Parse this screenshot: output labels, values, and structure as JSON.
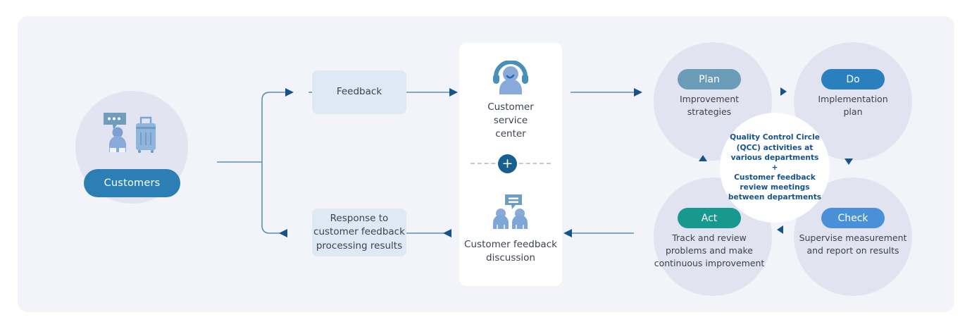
{
  "colors": {
    "panel_bg": "#f2f4f9",
    "customer_circle": "#e3e4f1",
    "customer_pill": "#2b7fb5",
    "label_box": "#ddeaf5",
    "card_bg": "#ffffff",
    "quadrant_circle": "#e1e3f0",
    "plan_pill": "#6a9cb8",
    "do_pill": "#2a7fbf",
    "act_pill": "#17998f",
    "check_pill": "#4a90d9",
    "core_text": "#15538c",
    "connector": "#5b90b5",
    "arrow": "#15538c",
    "plus_circle": "#15608f"
  },
  "customers": {
    "label": "Customers",
    "icon": "customer-with-luggage-icon"
  },
  "flow": {
    "feedback_label": "Feedback",
    "response_label": "Response to\ncustomer feedback\nprocessing results"
  },
  "center_card": {
    "service_center": {
      "icon": "headset-agent-icon",
      "caption": "Customer\nservice\ncenter"
    },
    "divider_icon": "plus-circle-icon",
    "divider_symbol": "+",
    "feedback_discussion": {
      "icon": "two-people-discussion-icon",
      "caption": "Customer feedback\ndiscussion"
    }
  },
  "pdca": {
    "core_text": "Quality Control Circle\n(QCC) activities at\nvarious departments\n+\nCustomer feedback\nreview meetings\nbetween departments",
    "quadrants": [
      {
        "key": "plan",
        "label": "Plan",
        "description": "Improvement\nstrategies"
      },
      {
        "key": "do",
        "label": "Do",
        "description": "Implementation\nplan"
      },
      {
        "key": "act",
        "label": "Act",
        "description": "Track and review\nproblems and make\ncontinuous improvement"
      },
      {
        "key": "check",
        "label": "Check",
        "description": "Supervise measurement\nand report on results"
      }
    ],
    "cycle_arrows": [
      {
        "name": "arrow-plan-to-do",
        "direction": "right"
      },
      {
        "name": "arrow-do-to-check",
        "direction": "down"
      },
      {
        "name": "arrow-check-to-act",
        "direction": "left"
      },
      {
        "name": "arrow-act-to-plan",
        "direction": "up"
      }
    ]
  }
}
